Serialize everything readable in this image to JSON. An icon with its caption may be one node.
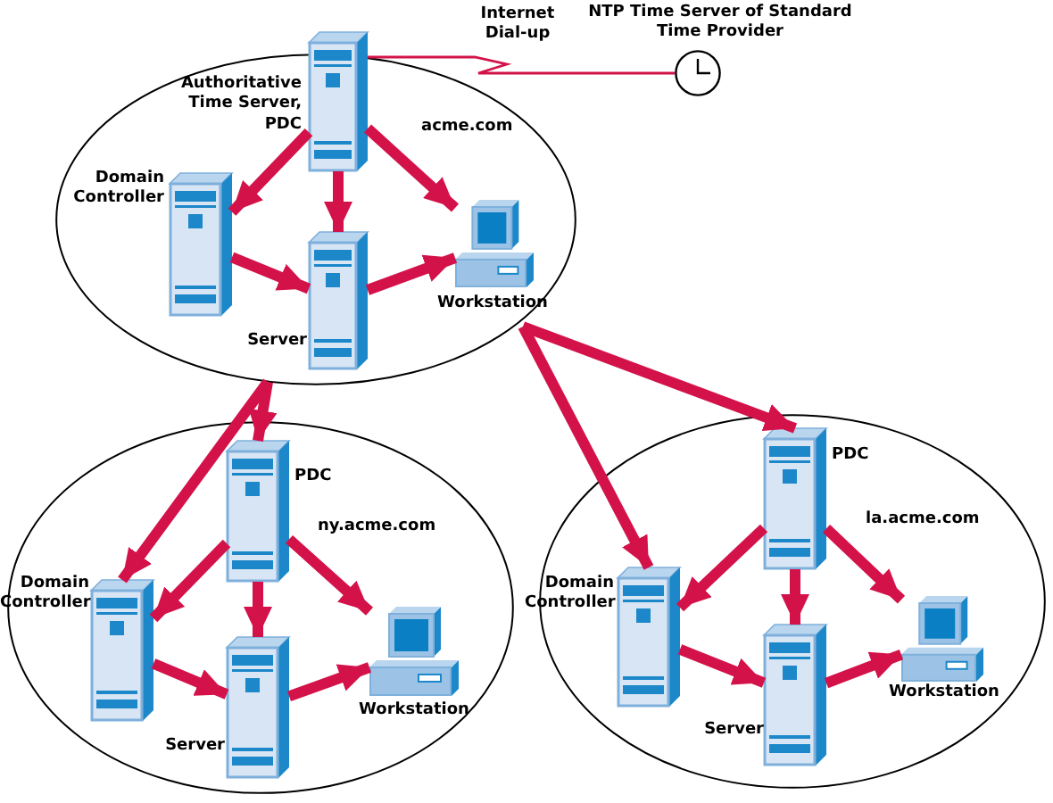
{
  "diagram": {
    "nodes": [
      {
        "text": [
          "acme.com"
        ]
      },
      {
        "text": [],
        "shape": "server",
        "beside": [
          "Authoritative Time Server, PDC"
        ],
        "in": 0
      },
      {
        "text": [],
        "shape": "server",
        "beside": [
          "Domain Controller"
        ],
        "in": 0
      },
      {
        "text": [],
        "shape": "server",
        "beside": [
          "Server"
        ],
        "in": 0
      },
      {
        "text": [],
        "shape": "computer",
        "beside": [
          "Workstation"
        ],
        "in": 0
      },
      {
        "text": [],
        "shape": "clock",
        "beside": [
          "NTP Time Server of Standard Time Provider"
        ]
      },
      {
        "text": [
          "ny.acme.com"
        ]
      },
      {
        "text": [],
        "shape": "server",
        "beside": [
          "PDC"
        ],
        "in": 6
      },
      {
        "text": [],
        "shape": "server",
        "beside": [
          "Domain Controller"
        ],
        "in": 6
      },
      {
        "text": [],
        "shape": "server",
        "beside": [
          "Server"
        ],
        "in": 6
      },
      {
        "text": [],
        "shape": "computer",
        "beside": [
          "Workstation"
        ],
        "in": 6
      },
      {
        "text": [
          "la.acme.com"
        ]
      },
      {
        "text": [],
        "shape": "server",
        "beside": [
          "PDC"
        ],
        "in": 11
      },
      {
        "text": [],
        "shape": "server",
        "beside": [
          "Domain Controller"
        ],
        "in": 11
      },
      {
        "text": [],
        "shape": "server",
        "beside": [
          "Server"
        ],
        "in": 11
      },
      {
        "text": [],
        "shape": "computer",
        "beside": [
          "Workstation"
        ],
        "in": 11
      }
    ],
    "edges": [
      {
        "from": 1,
        "to": 5,
        "arrow": "none",
        "label": "Internet Dial-up"
      },
      {
        "from": 1,
        "to": 2,
        "arrow": "to"
      },
      {
        "from": 1,
        "to": 3,
        "arrow": "to"
      },
      {
        "from": 1,
        "to": 4,
        "arrow": "to"
      },
      {
        "from": 2,
        "to": 3,
        "arrow": "to"
      },
      {
        "from": 3,
        "to": 4,
        "arrow": "to"
      },
      {
        "from": 0,
        "to": 7,
        "arrow": "to"
      },
      {
        "from": 0,
        "to": 8,
        "arrow": "to"
      },
      {
        "from": 0,
        "to": 12,
        "arrow": "to"
      },
      {
        "from": 0,
        "to": 13,
        "arrow": "to"
      },
      {
        "from": 7,
        "to": 8,
        "arrow": "to"
      },
      {
        "from": 7,
        "to": 9,
        "arrow": "to"
      },
      {
        "from": 7,
        "to": 10,
        "arrow": "to"
      },
      {
        "from": 8,
        "to": 9,
        "arrow": "to"
      },
      {
        "from": 9,
        "to": 10,
        "arrow": "to"
      },
      {
        "from": 12,
        "to": 13,
        "arrow": "to"
      },
      {
        "from": 12,
        "to": 14,
        "arrow": "to"
      },
      {
        "from": 12,
        "to": 15,
        "arrow": "to"
      },
      {
        "from": 13,
        "to": 14,
        "arrow": "to"
      },
      {
        "from": 14,
        "to": 15,
        "arrow": "to"
      }
    ]
  }
}
